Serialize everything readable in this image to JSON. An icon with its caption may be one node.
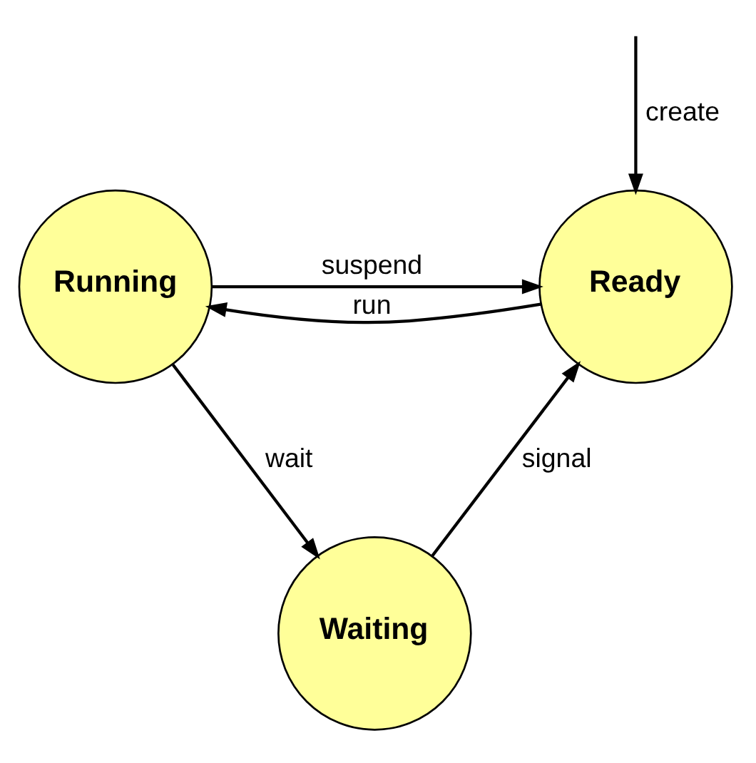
{
  "diagram": {
    "nodes": [
      {
        "text": [
          "Running"
        ]
      },
      {
        "text": [
          "Ready"
        ]
      },
      {
        "text": [
          "Waiting"
        ]
      }
    ],
    "edges": [
      {
        "from": null,
        "to": 1,
        "arrow": "to",
        "label": "create"
      },
      {
        "from": 0,
        "to": 1,
        "arrow": "to",
        "label": "suspend"
      },
      {
        "from": 1,
        "to": 0,
        "arrow": "to",
        "label": "run"
      },
      {
        "from": 0,
        "to": 2,
        "arrow": "to",
        "label": "wait"
      },
      {
        "from": 2,
        "to": 1,
        "arrow": "to",
        "label": "signal"
      }
    ]
  }
}
